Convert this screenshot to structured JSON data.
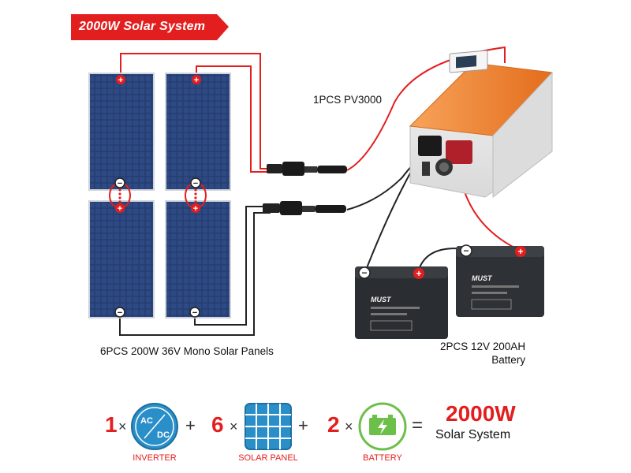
{
  "banner": {
    "title": "2000W Solar System",
    "color": "#e31e1e"
  },
  "labels": {
    "inverter": "1PCS PV3000",
    "panels": "6PCS 200W 36V Mono Solar Panels",
    "battery_line1": "2PCS 12V 200AH",
    "battery_line2": "Battery"
  },
  "battery_brand": "MUST",
  "terminals": {
    "positive": "+",
    "negative": "−"
  },
  "formula": {
    "items": [
      {
        "qty": "1",
        "times": "×",
        "caption": "INVERTER",
        "icon": "ac-dc-icon"
      },
      {
        "qty": "6",
        "times": "×",
        "caption": "SOLAR PANEL",
        "icon": "solar-panel-icon"
      },
      {
        "qty": "2",
        "times": "×",
        "caption": "BATTERY",
        "icon": "battery-icon"
      }
    ],
    "plus": "+",
    "equals": "=",
    "icon_text_ac": "AC",
    "icon_text_dc": "DC",
    "result_value": "2000W",
    "result_label": "Solar System"
  },
  "colors": {
    "accent": "#e31e1e",
    "wire_positive": "#e31e1e",
    "wire_negative": "#222222",
    "inverter_orange": "#f07d2a",
    "panel_blue": "#243a6b",
    "icon_blue": "#2a8fc8",
    "battery_green": "#6cc04a"
  }
}
